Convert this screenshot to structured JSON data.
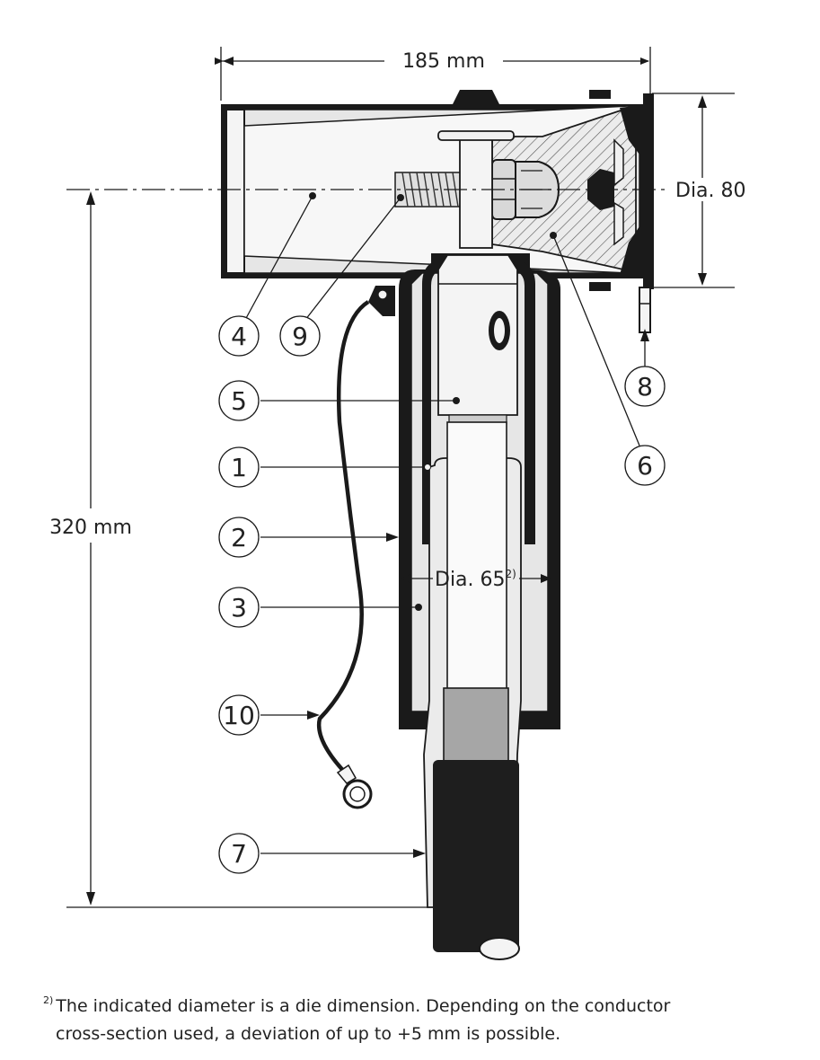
{
  "dimensions": {
    "width_label": "185 mm",
    "height_label": "320 mm",
    "top_dia_label": "Dia. 80",
    "body_dia_label": "Dia. 65",
    "body_dia_sup": "2)"
  },
  "callouts": [
    "4",
    "9",
    "5",
    "1",
    "2",
    "3",
    "10",
    "7",
    "8",
    "6"
  ],
  "footnote": {
    "marker": "2)",
    "line1": "The indicated diameter is a die dimension. Depending on the conductor",
    "line2": "cross-section used, a deviation of up to +5 mm is possible."
  },
  "colors": {
    "outline": "#1a1a1a",
    "insulation": "#e6e6e6",
    "hatch_fill": "#ececec",
    "sleeve": "#a6a6a6",
    "cable": "#1e1e1e"
  }
}
